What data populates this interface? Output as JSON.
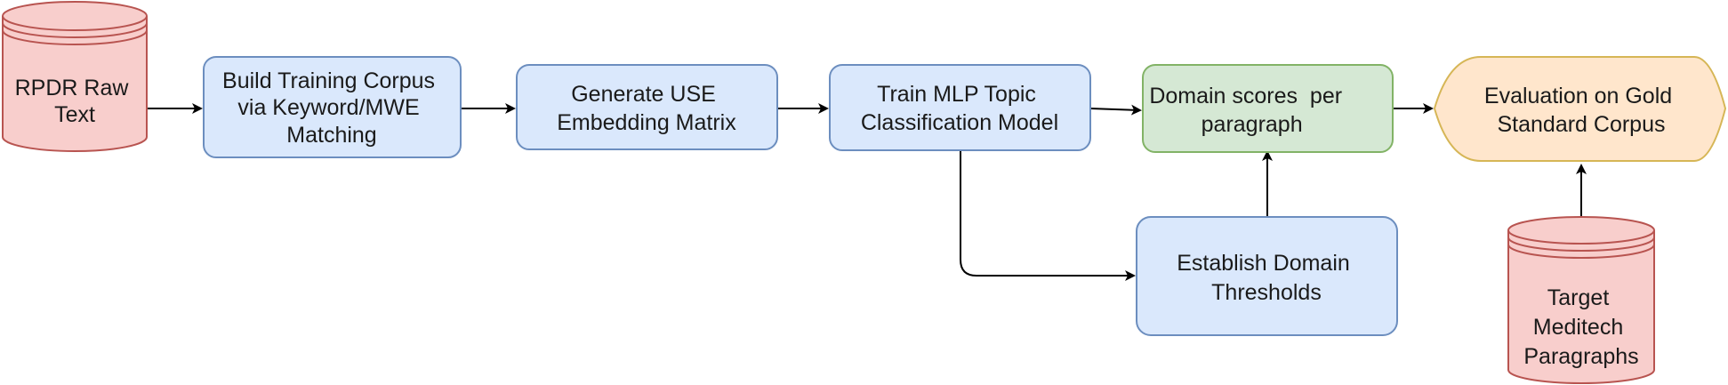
{
  "nodes": {
    "rpdr": {
      "lines": [
        "RPDR Raw",
        "Text"
      ],
      "shape": "cylinder",
      "fill": "#f8cecc",
      "stroke": "#b85450"
    },
    "build": {
      "lines": [
        "Build Training Corpus",
        "via Keyword/MWE",
        "Matching"
      ],
      "shape": "rounded-rect",
      "fill": "#dae8fc",
      "stroke": "#6c8ebf"
    },
    "generate": {
      "lines": [
        "Generate USE",
        "Embedding Matrix"
      ],
      "shape": "rounded-rect",
      "fill": "#dae8fc",
      "stroke": "#6c8ebf"
    },
    "train": {
      "lines": [
        "Train MLP Topic",
        "Classification Model"
      ],
      "shape": "rounded-rect",
      "fill": "#dae8fc",
      "stroke": "#6c8ebf"
    },
    "domain_scores": {
      "lines": [
        "Domain scores  per",
        "paragraph"
      ],
      "shape": "rounded-rect",
      "fill": "#d5e8d4",
      "stroke": "#82b366"
    },
    "evaluation": {
      "lines": [
        "Evaluation on Gold",
        "Standard Corpus"
      ],
      "shape": "display",
      "fill": "#ffe6cc",
      "stroke": "#d6b656"
    },
    "thresholds": {
      "lines": [
        "Establish Domain",
        "Thresholds"
      ],
      "shape": "rounded-rect",
      "fill": "#dae8fc",
      "stroke": "#6c8ebf"
    },
    "target": {
      "lines": [
        "Target",
        "Meditech",
        "Paragraphs"
      ],
      "shape": "cylinder",
      "fill": "#f8cecc",
      "stroke": "#b85450"
    }
  },
  "edges": [
    {
      "from": "rpdr",
      "to": "build"
    },
    {
      "from": "build",
      "to": "generate"
    },
    {
      "from": "generate",
      "to": "train"
    },
    {
      "from": "train",
      "to": "domain_scores"
    },
    {
      "from": "train",
      "to": "thresholds"
    },
    {
      "from": "thresholds",
      "to": "domain_scores"
    },
    {
      "from": "domain_scores",
      "to": "evaluation"
    },
    {
      "from": "target",
      "to": "evaluation"
    }
  ]
}
